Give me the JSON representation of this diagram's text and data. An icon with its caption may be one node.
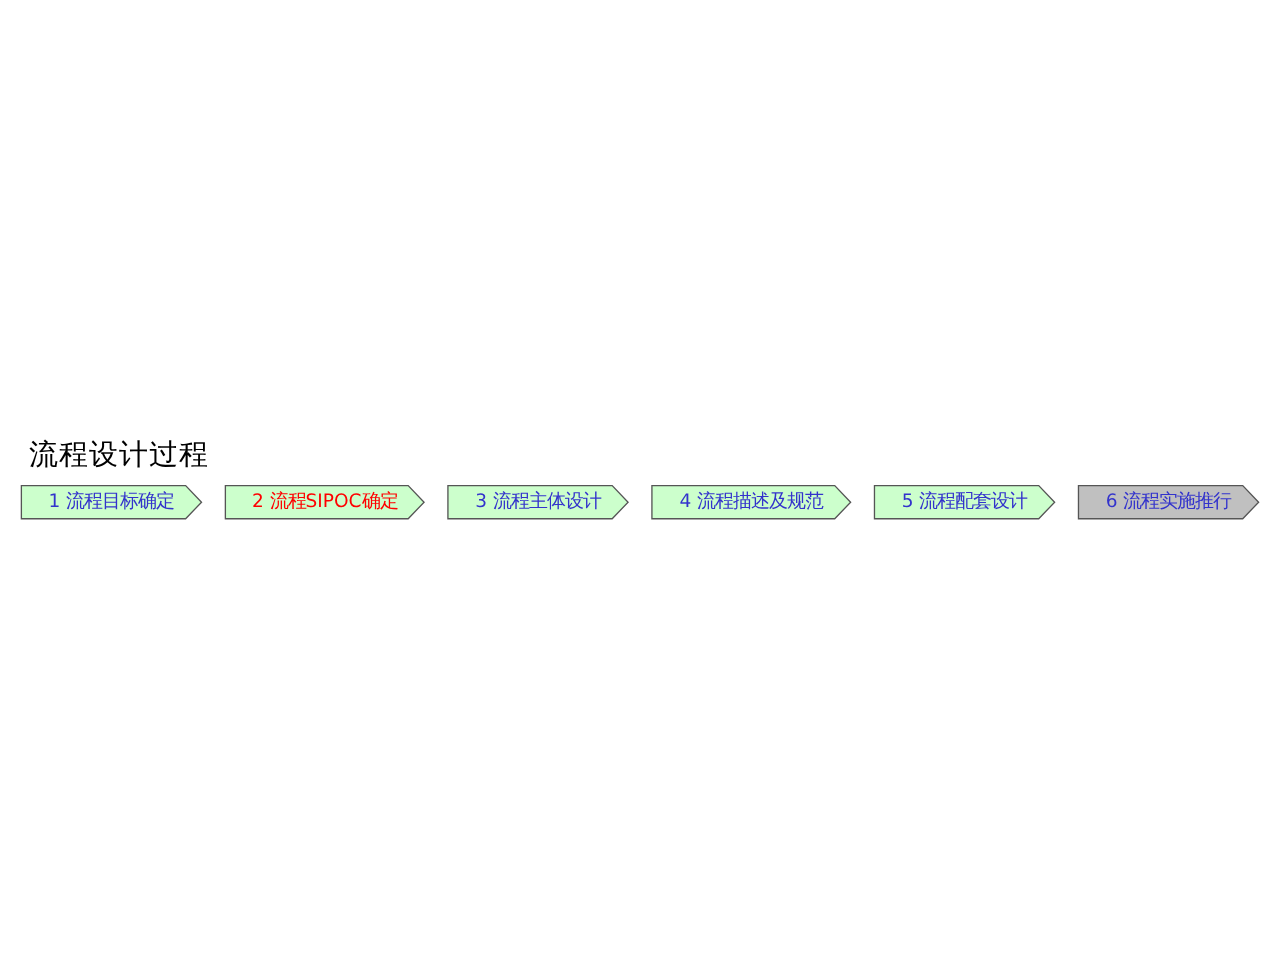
{
  "diagram": {
    "title": "流程设计过程",
    "nodes": [
      {
        "text": [
          "1 流程目标确定"
        ]
      },
      {
        "text": [
          "2 流程SIPOC确定"
        ]
      },
      {
        "text": [
          "3 流程主体设计"
        ]
      },
      {
        "text": [
          "4 流程描述及规范"
        ]
      },
      {
        "text": [
          "5 流程配套设计"
        ]
      },
      {
        "text": [
          "6 流程实施推行"
        ]
      }
    ]
  }
}
